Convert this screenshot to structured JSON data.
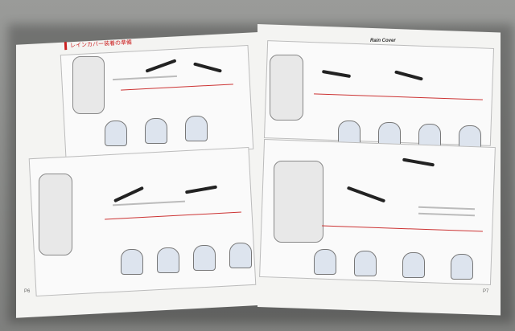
{
  "left_page": {
    "heading": "レインカバー装着の準備",
    "page_number": "P6"
  },
  "right_page": {
    "brand": "Rain Cover",
    "page_number": "P7"
  }
}
